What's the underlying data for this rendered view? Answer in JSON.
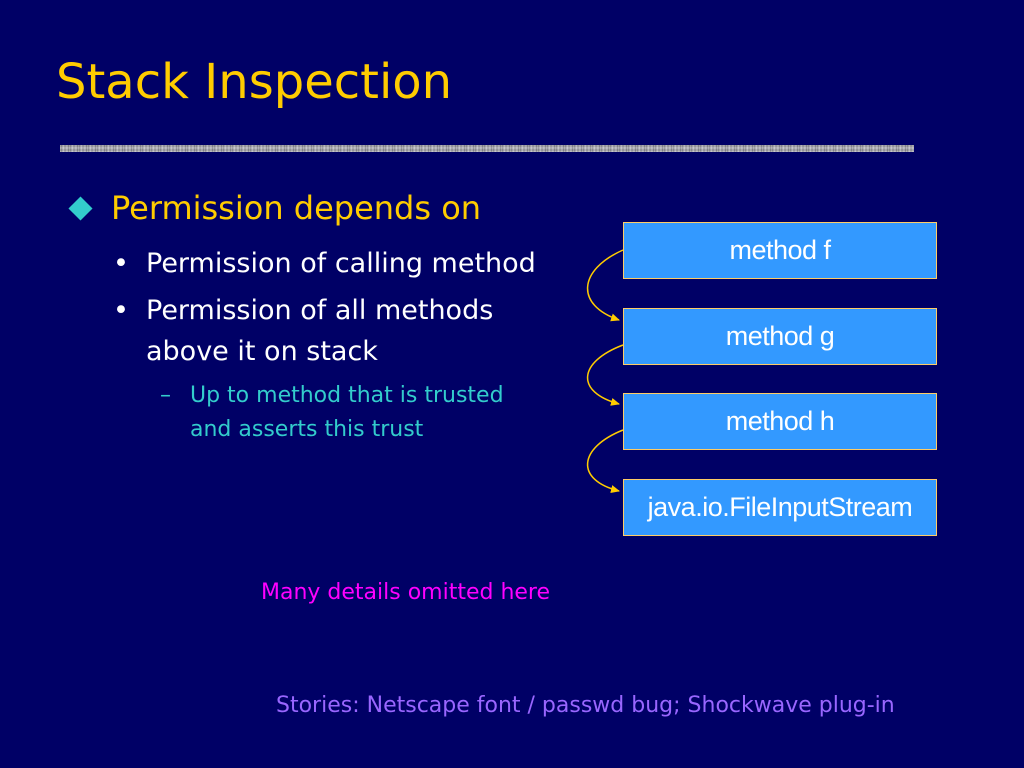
{
  "slide": {
    "title": "Stack Inspection",
    "bullets": {
      "level1": "Permission depends on",
      "level2_marker": "•",
      "level2": [
        [
          "Permission of calling method"
        ],
        [
          "Permission of all methods",
          "above it on stack"
        ]
      ],
      "level3_marker": "–",
      "level3": [
        "Up to method that is trusted",
        "and asserts this trust"
      ]
    },
    "stack": [
      "method f",
      "method g",
      "method h",
      "java.io.FileInputStream"
    ],
    "note": "Many details omitted here",
    "footer": "Stories: Netscape font / passwd bug; Shockwave plug-in"
  },
  "colors": {
    "background": "#000066",
    "title": "#FFCC00",
    "level1_text": "#FFCC00",
    "diamond_bullet": "#33CCCC",
    "level2_text": "#FFFFFF",
    "level3_text": "#33CCCC",
    "box_fill": "#3399FF",
    "box_border": "#FFCC66",
    "arrow": "#FFCC00",
    "note": "#FF00FF",
    "footer": "#9966FF"
  },
  "icons": {
    "level1_bullet": "diamond-bullet-icon",
    "connector": "curved-arrow-icon"
  }
}
